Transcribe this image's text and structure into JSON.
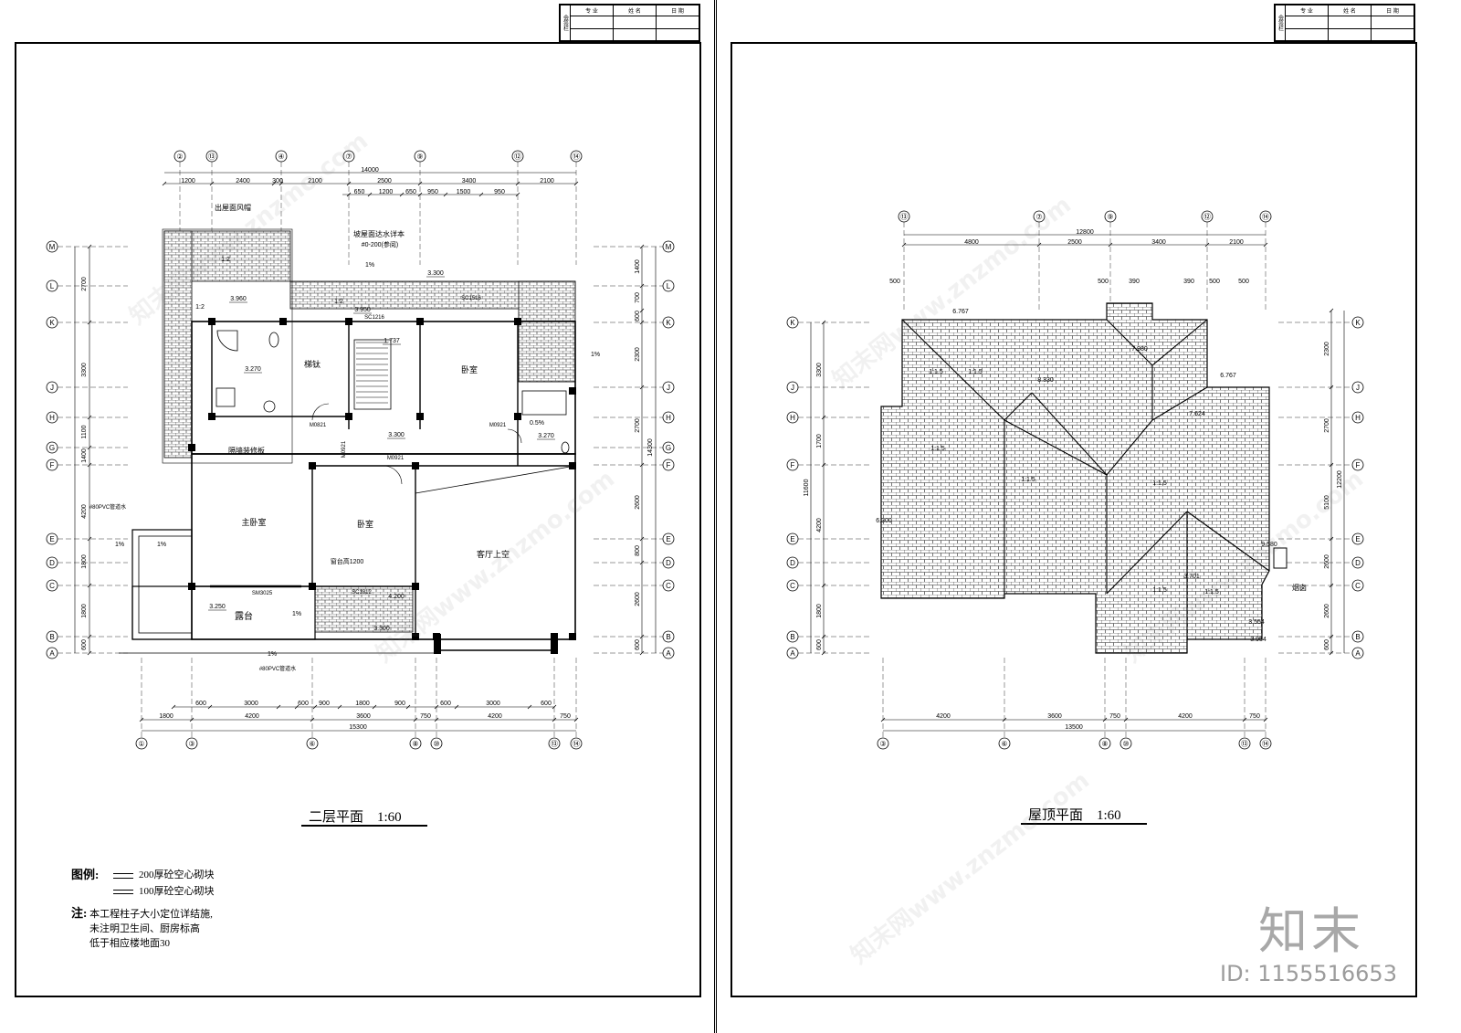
{
  "title_block": {
    "columns": [
      "专 业",
      "姓 名",
      "日 期"
    ],
    "side": "会签栏"
  },
  "left_sheet": {
    "caption": "二层平面    1:60",
    "grid_top": [
      "②",
      "⑬",
      "④",
      "⑦",
      "⑨",
      "⑫",
      "⑭"
    ],
    "grid_bottom": [
      "①",
      "③",
      "⑥",
      "⑧",
      "⑩",
      "⑬",
      "⑭"
    ],
    "grid_side": [
      "M",
      "L",
      "K",
      "J",
      "H",
      "G",
      "F",
      "E",
      "D",
      "C",
      "B",
      "A"
    ],
    "dims_top_total": "14000",
    "dims_top": [
      "1200",
      "2400",
      "300",
      "2100",
      "2500",
      "3400",
      "2100"
    ],
    "dims_top_2": [
      "650",
      "1200",
      "650",
      "950",
      "1500",
      "950"
    ],
    "dims_bottom_1": [
      "600",
      "3000",
      "600",
      "900",
      "1800",
      "900",
      "600",
      "3000",
      "600"
    ],
    "dims_bottom_2": [
      "1800",
      "4200",
      "3600",
      "750",
      "4200",
      "750"
    ],
    "dims_bottom_total": "15300",
    "dims_left": [
      "2700",
      "3300",
      "1100",
      "1400",
      "4200",
      "1800",
      "1800",
      "600"
    ],
    "dims_right": [
      "1400",
      "700",
      "600",
      "2300",
      "2700",
      "2600",
      "800",
      "2600",
      "600"
    ],
    "dims_right_total": "14300",
    "rooms": {
      "bedroom_1": "卧室",
      "bedroom_2": "卧室",
      "master_bedroom": "主卧室",
      "stair": "梯钛",
      "living_void": "客厅上空",
      "terrace": "露台",
      "slab": "隔墙装修板"
    },
    "labels": {
      "roof_canopy": "出屋面风帽",
      "waterproof": "坡屋面达水详本",
      "waterproof_2": "#0-200(参阅)",
      "drain_1": "#80PVC管道水",
      "drain_2": "#80PVC管道水",
      "window_sc1516": "SC1516",
      "window_sc1216": "SC1216",
      "window_sc1812": "SC1812",
      "window_sm3025": "SM3025",
      "door_m0821": "M0821",
      "door_m0921a": "M0921",
      "door_m0921b": "M0921",
      "door_m0921c": "M0921",
      "sill": "窗台高1200"
    },
    "levels": [
      "3.960",
      "3.300",
      "3.950",
      "3.270",
      "3.270",
      "3.300",
      "3.250",
      "4.200",
      "3.300",
      "1.737"
    ],
    "slopes": [
      "1%",
      "1%",
      "1%",
      "1%",
      "1%",
      "1%",
      "0.5%",
      "1:2",
      "1:2",
      "1:2"
    ]
  },
  "right_sheet": {
    "caption": "屋顶平面    1:60",
    "grid_top": [
      "⑬",
      "⑦",
      "⑨",
      "⑫",
      "⑭"
    ],
    "grid_bottom": [
      "③",
      "⑥",
      "⑧",
      "⑩",
      "⑬",
      "⑭"
    ],
    "grid_side": [
      "K",
      "J",
      "H",
      "F",
      "E",
      "D",
      "C",
      "B",
      "A"
    ],
    "dims_top_total": "12800",
    "dims_top": [
      "4800",
      "2500",
      "3400",
      "2100"
    ],
    "dims_top_2": [
      "500",
      "500",
      "390",
      "390",
      "500",
      "500"
    ],
    "dims_bottom": [
      "4200",
      "3600",
      "750",
      "4200",
      "750"
    ],
    "dims_bottom_total": "13500",
    "dims_left": [
      "3300",
      "1700",
      "4200",
      "1800",
      "600"
    ],
    "dims_left_total": "11600",
    "dims_right": [
      "2300",
      "2700",
      "5100",
      "2600",
      "2600",
      "600"
    ],
    "dims_right_total": "12200",
    "levels": [
      "6.767",
      "8.330",
      "7.980",
      "6.767",
      "7.624",
      "6.300",
      "9.580",
      "3.954",
      "3.554",
      "3.701"
    ],
    "slopes": [
      "1:1.5",
      "1:1.5",
      "1:1.5",
      "1:1.5",
      "1:1.5",
      "1:1.5",
      "1:1.5"
    ],
    "labels": {
      "chimney": "烟囱"
    }
  },
  "legend": {
    "title": "图例:",
    "item_1": "200厚砼空心砌块",
    "item_2": "100厚砼空心砌块",
    "note_label": "注:",
    "note_1": "本工程柱子大小定位详结施,",
    "note_2": "未注明卫生间、厨房标高",
    "note_3": "低于相应楼地面30"
  },
  "watermark": {
    "brand": "知末",
    "id": "ID: 1155516653",
    "site": "知末网www.znzmo.com"
  }
}
